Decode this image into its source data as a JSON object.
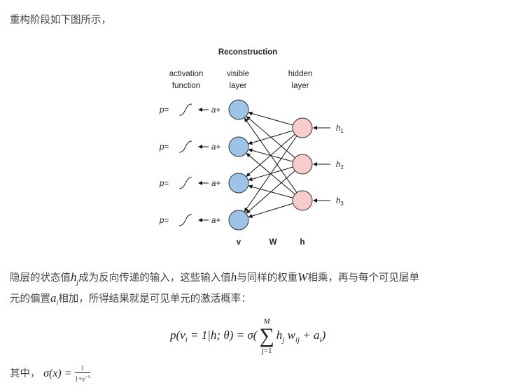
{
  "intro": "重构阶段如下图所示，",
  "diagram": {
    "title": "Reconstruction",
    "col_activation": [
      "activation",
      "function"
    ],
    "col_visible": [
      "visible",
      "layer"
    ],
    "col_hidden": [
      "hidden",
      "layer"
    ],
    "p_label": "p=",
    "a_label": "a+",
    "hidden_inputs": [
      "h1",
      "h2",
      "h3"
    ],
    "bottom_labels": {
      "v": "v",
      "W": "W",
      "h": "h"
    },
    "colors": {
      "visible": "#9dc3e6",
      "hidden": "#f8cbcc"
    }
  },
  "paragraph": {
    "s1": "隐层的状态值",
    "h_j": "h",
    "j": "j",
    "s2": "成为反向传递的输入，这些输入值",
    "h": "h",
    "s3": "与同样的权重",
    "W": "W",
    "s4": "相乘，再与每个可见层单",
    "s5": "元的偏置",
    "a": "a",
    "i": "i",
    "s6": "相加，所得结果就是可见单元的激活概率："
  },
  "equation": {
    "lhs": "p(v",
    "lhs_sub": "i",
    "lhs_rest": " = 1|h; θ) = σ(",
    "sum_top": "M",
    "sum": "∑",
    "sum_bottom": "j=1",
    "rhs": "h",
    "rhs_j": "j",
    "w": " w",
    "w_sub": "ij",
    "plus": " + a",
    "a_sub": "i",
    "close": ")"
  },
  "where": {
    "label": "其中，",
    "sigma": "σ(x) = ",
    "num": "1",
    "den": "1+e",
    "den_exp": "−x"
  }
}
